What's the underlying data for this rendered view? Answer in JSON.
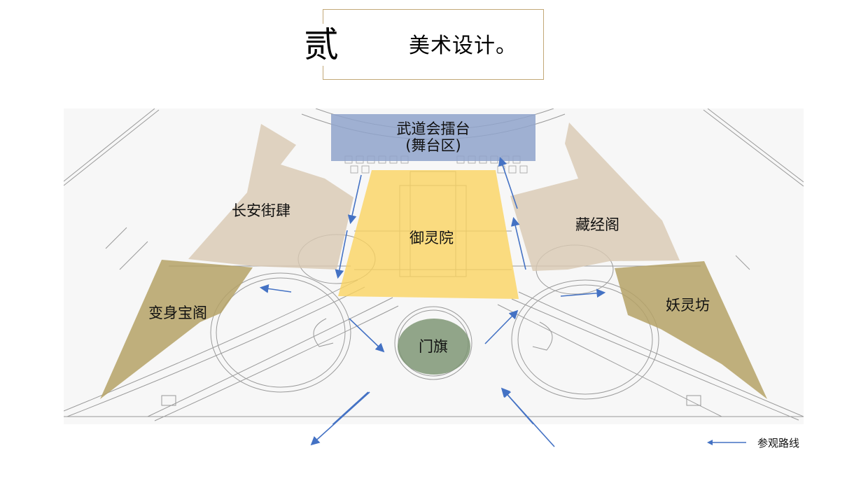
{
  "header": {
    "section_number": "贰",
    "section_title": "美术设计。"
  },
  "plan": {
    "zones": [
      {
        "id": "stage",
        "label_line1": "武道会擂台",
        "label_line2": "(舞台区)",
        "color": "#8fa3cb"
      },
      {
        "id": "changan",
        "label": "长安街肆",
        "color": "#d8c8b2"
      },
      {
        "id": "cangjing",
        "label": "藏经阁",
        "color": "#d8c8b2"
      },
      {
        "id": "yuling",
        "label": "御灵院",
        "color": "#fbd35d"
      },
      {
        "id": "bianshen",
        "label": "变身宝阁",
        "color": "#b5a266"
      },
      {
        "id": "yaoling",
        "label": "妖灵坊",
        "color": "#b5a266"
      },
      {
        "id": "menqi",
        "label": "门旗",
        "color": "#7f9676"
      }
    ],
    "route_color": "#4472c4"
  },
  "legend": {
    "route_label": "参观路线"
  }
}
